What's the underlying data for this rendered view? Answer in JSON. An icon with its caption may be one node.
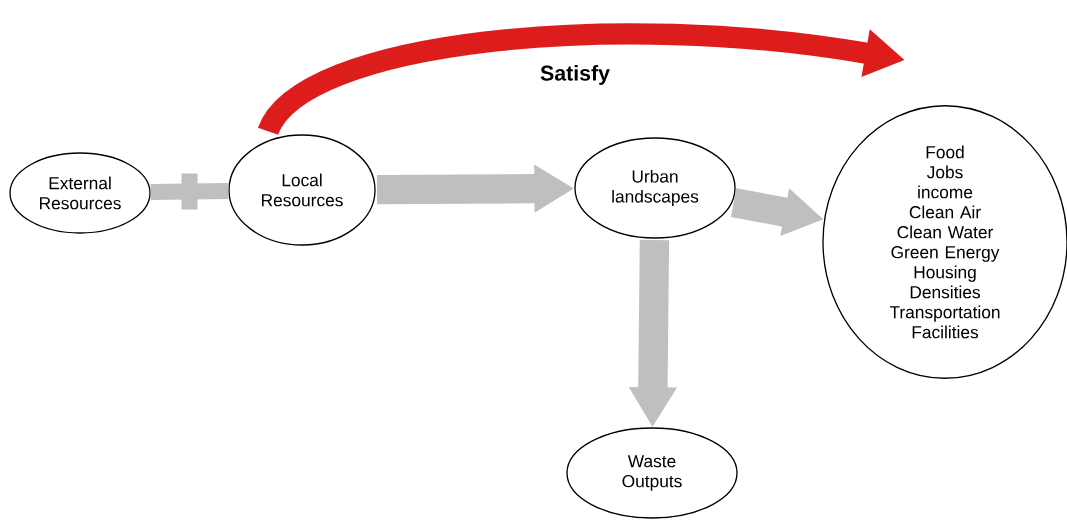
{
  "diagram": {
    "nodes": [
      {
        "text": [
          "External Resources"
        ]
      },
      {
        "text": [
          "Local Resources"
        ]
      },
      {
        "text": [
          "Urban landscapes"
        ]
      },
      {
        "text": [
          "Food",
          "Jobs",
          "income",
          "Clean Air",
          "Clean Water",
          "Green Energy",
          "Housing",
          "Densities",
          "Transportation",
          "Facilities"
        ]
      },
      {
        "text": [
          "Waste Outputs"
        ]
      }
    ],
    "edges": [
      {
        "from": 0,
        "to": 1,
        "arrow": "none"
      },
      {
        "from": 1,
        "to": 2,
        "arrow": "to"
      },
      {
        "from": 2,
        "to": 3,
        "arrow": "to"
      },
      {
        "from": 2,
        "to": 4,
        "arrow": "to"
      },
      {
        "from": 1,
        "to": 3,
        "arrow": "to",
        "label": "Satisfy",
        "color": "#dd1c1c"
      }
    ]
  }
}
